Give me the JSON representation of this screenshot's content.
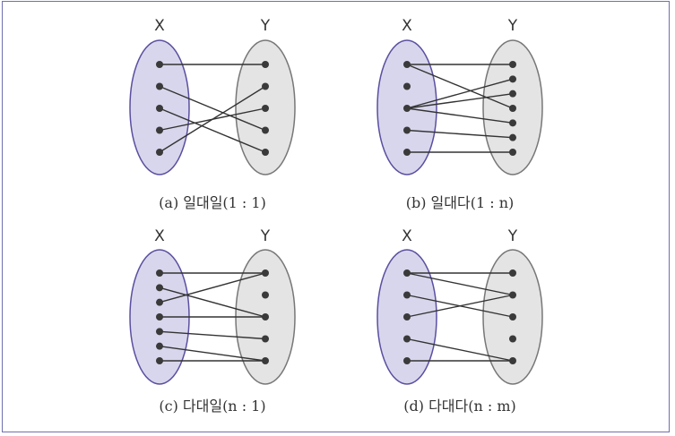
{
  "colors": {
    "border": "#6f6fb0",
    "x_fill": "#d8d6ec",
    "x_stroke": "#5a4fa0",
    "y_fill": "#e4e4e4",
    "y_stroke": "#777777",
    "dot": "#3a3a3a",
    "line": "#333333"
  },
  "panels": [
    {
      "caption": "(a) 일대일(1 : 1)",
      "x_label": "X",
      "y_label": "Y",
      "x_count": 5,
      "y_count": 5,
      "edges": [
        [
          0,
          0
        ],
        [
          1,
          3
        ],
        [
          2,
          4
        ],
        [
          3,
          2
        ],
        [
          4,
          1
        ]
      ]
    },
    {
      "caption": "(b) 일대다(1 : n)",
      "x_label": "X",
      "y_label": "Y",
      "x_count": 5,
      "y_count": 7,
      "edges": [
        [
          0,
          0
        ],
        [
          0,
          3
        ],
        [
          2,
          1
        ],
        [
          2,
          2
        ],
        [
          2,
          4
        ],
        [
          3,
          5
        ],
        [
          4,
          6
        ]
      ]
    },
    {
      "caption": "(c) 다대일(n : 1)",
      "x_label": "X",
      "y_label": "Y",
      "x_count": 7,
      "y_count": 5,
      "edges": [
        [
          0,
          0
        ],
        [
          1,
          2
        ],
        [
          2,
          0
        ],
        [
          3,
          2
        ],
        [
          4,
          3
        ],
        [
          5,
          4
        ],
        [
          6,
          4
        ]
      ]
    },
    {
      "caption": "(d) 다대다(n : m)",
      "x_label": "X",
      "y_label": "Y",
      "x_count": 5,
      "y_count": 5,
      "edges": [
        [
          0,
          0
        ],
        [
          0,
          1
        ],
        [
          1,
          2
        ],
        [
          2,
          1
        ],
        [
          3,
          4
        ],
        [
          4,
          4
        ]
      ]
    }
  ]
}
